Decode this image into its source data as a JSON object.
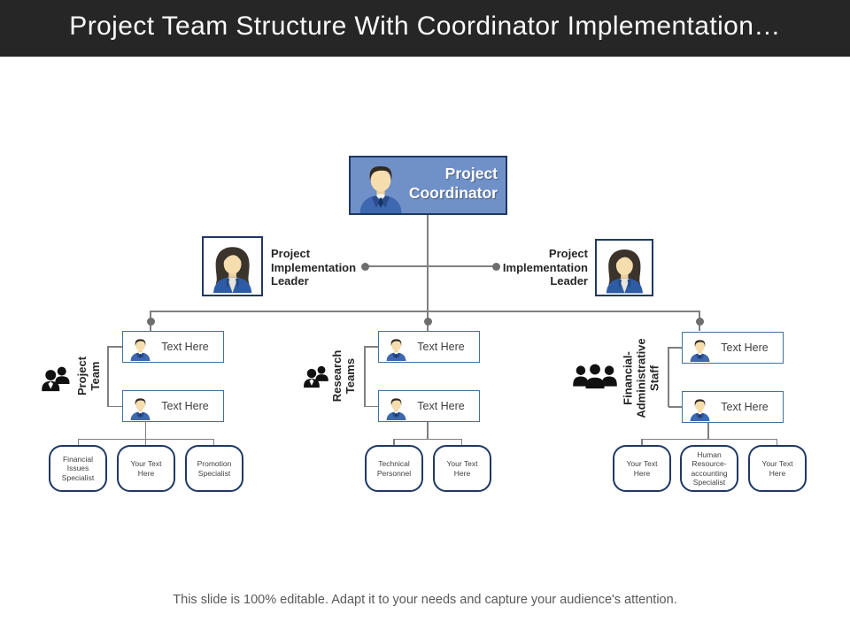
{
  "slide": {
    "title": "Project Team Structure With Coordinator Implementation…",
    "footer": "This slide is 100% editable. Adapt it to your needs and capture your audience's attention."
  },
  "coordinator": {
    "label": "Project\nCoordinator",
    "icon": "male-avatar"
  },
  "leaders": {
    "left": {
      "label": "Project Implementation Leader",
      "icon": "female-avatar"
    },
    "right": {
      "label": "Project Implementation Leader",
      "icon": "female-avatar"
    }
  },
  "groups": [
    {
      "label": "Project Team",
      "icon": "two-people",
      "members": [
        "Text Here",
        "Text Here"
      ],
      "children": [
        "Financial Issues Specialist",
        "Your Text Here",
        "Promotion Specialist"
      ]
    },
    {
      "label": "Research Teams",
      "icon": "two-people",
      "members": [
        "Text Here",
        "Text Here"
      ],
      "children": [
        "Technical Personnel",
        "Your Text Here"
      ]
    },
    {
      "label": "Financial-Administrative Staff",
      "icon": "three-people",
      "members": [
        "Text Here",
        "Text Here"
      ],
      "children": [
        "Your Text Here",
        "Human Resource-accounting Specialist",
        "Your Text Here"
      ]
    }
  ],
  "colors": {
    "header_bg": "#262626",
    "title_text": "#fafafa",
    "coordinator_fill": "#7090c8",
    "navy_border": "#1f3864",
    "member_border": "#41719c",
    "connector_line": "#808080",
    "connector_dot": "#6e6e6e",
    "body_text": "#3f3f3f",
    "footer_text": "#595959"
  }
}
